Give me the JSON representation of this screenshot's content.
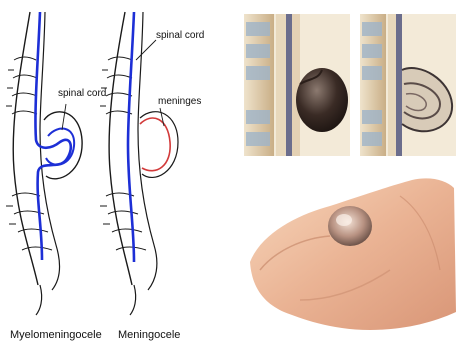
{
  "labels": {
    "left_spinal_cord": "spinal cord",
    "right_spinal_cord": "spinal cord",
    "meninges": "meninges"
  },
  "captions": {
    "left": "Myelomeningocele",
    "right": "Meningocele"
  },
  "colors": {
    "cord": "#1d2fd6",
    "meninges": "#d23a3a",
    "line": "#1a1a1a",
    "vertebra_band": "#c9b28e",
    "skin_light": "#f2c8a6",
    "skin_mid": "#e3a886",
    "sac_dark": "#3a2b25"
  }
}
